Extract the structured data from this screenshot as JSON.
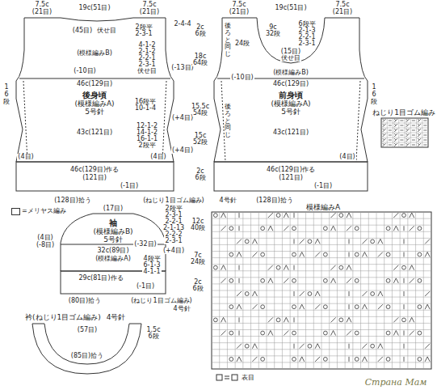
{
  "diagram": {
    "nodes": [
      {
        "text": [
          "後身頃",
          "(模様編みA)",
          "5号針"
        ]
      },
      {
        "text": [
          "前身頃",
          "(模様編みA)",
          "5号針"
        ]
      },
      {
        "text": [
          "袖",
          "(模様編みB)",
          "5号針"
        ]
      },
      {
        "text": [
          "衿(ねじり1目ゴム編み)",
          "4号針"
        ]
      },
      {
        "text": [
          "模様編みA"
        ]
      },
      {
        "text": [
          "ねじり1目ゴム編み"
        ]
      }
    ],
    "labels": [
      "7.5c",
      "(21目)",
      "19c(51目)",
      "7.5c",
      "(21目)",
      "2-4-4",
      "2段平",
      "2-3-1",
      "(45目)",
      "伏せ目",
      "(模様編みB)",
      "4-1-2",
      "2-1-2",
      "2-2-1",
      "2-3-1",
      "伏せ目",
      "(-10目)",
      "(-13目)",
      "46c(129目)",
      "16段",
      "16段平",
      "10-1-4",
      "(+4目)",
      "43c(121目)",
      "12-1-2",
      "14-1-2",
      "16-1-1",
      "2段平",
      "(+4目)",
      "(4目)",
      "(4目)",
      "46c(129目)作る",
      "(121目)",
      "(-1目)",
      "(128目)拾う",
      "2c",
      "6段",
      "18c",
      "64段",
      "15.5c",
      "54段",
      "15c",
      "52段",
      "2c",
      "6段",
      "(ねじり1目ゴム編み)",
      "4号針",
      "7.5c",
      "(21目)",
      "19c(51目)",
      "7.5c",
      "(21目)",
      "後ろと同じ",
      "24段",
      "9c",
      "32段",
      "6段平",
      "2-1-3",
      "2-2-1",
      "2-3-1",
      "(15目)",
      "伏せ目",
      "(模様編みB)",
      "(-10目)",
      "46c(129目)",
      "16段",
      "後ろと同じ",
      "43c(121目)",
      "(4目)",
      "46c(129目)作る",
      "(121目)",
      "(-1目)",
      "(128目)拾う",
      "(17目)",
      "2段平",
      "2-3-1",
      "2-2-1",
      "2-1-13",
      "2-2-2",
      "2-3-1",
      "(-32目)",
      "(4目)",
      "(-8目)",
      "32c(89目)",
      "(模様編みA)",
      "(+4目)",
      "4段平",
      "6-1-3",
      "4-1-1",
      "29c(81目)作る",
      "(-1目)",
      "(80目)拾う",
      "(ねじり1目ゴム編み)",
      "4号針",
      "12c",
      "40段",
      "7c",
      "24段",
      "2c",
      "6段",
      "(57目)",
      "1.5c",
      "6段",
      "(85目)拾う",
      "Страна Мам"
    ],
    "legend": [
      {
        "text": "=メリヤス編み",
        "color": "#ffffff"
      },
      {
        "text": "表目"
      }
    ]
  }
}
